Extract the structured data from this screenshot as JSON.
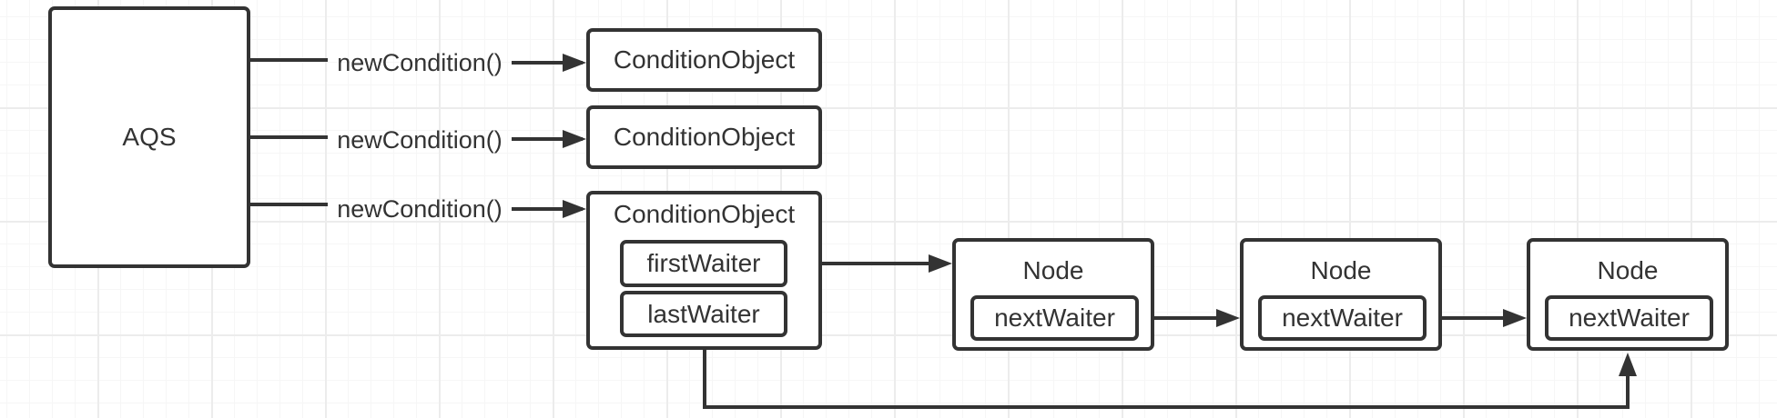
{
  "aqs": {
    "label": "AQS"
  },
  "edges": {
    "new_condition_1": "newCondition()",
    "new_condition_2": "newCondition()",
    "new_condition_3": "newCondition()"
  },
  "condition_objects": [
    {
      "label": "ConditionObject"
    },
    {
      "label": "ConditionObject"
    },
    {
      "label": "ConditionObject",
      "fields": {
        "first": "firstWaiter",
        "last": "lastWaiter"
      }
    }
  ],
  "nodes": [
    {
      "label": "Node",
      "field": "nextWaiter"
    },
    {
      "label": "Node",
      "field": "nextWaiter"
    },
    {
      "label": "Node",
      "field": "nextWaiter"
    }
  ],
  "colors": {
    "stroke": "#333333",
    "grid": "#ececec",
    "background": "#ffffff"
  }
}
